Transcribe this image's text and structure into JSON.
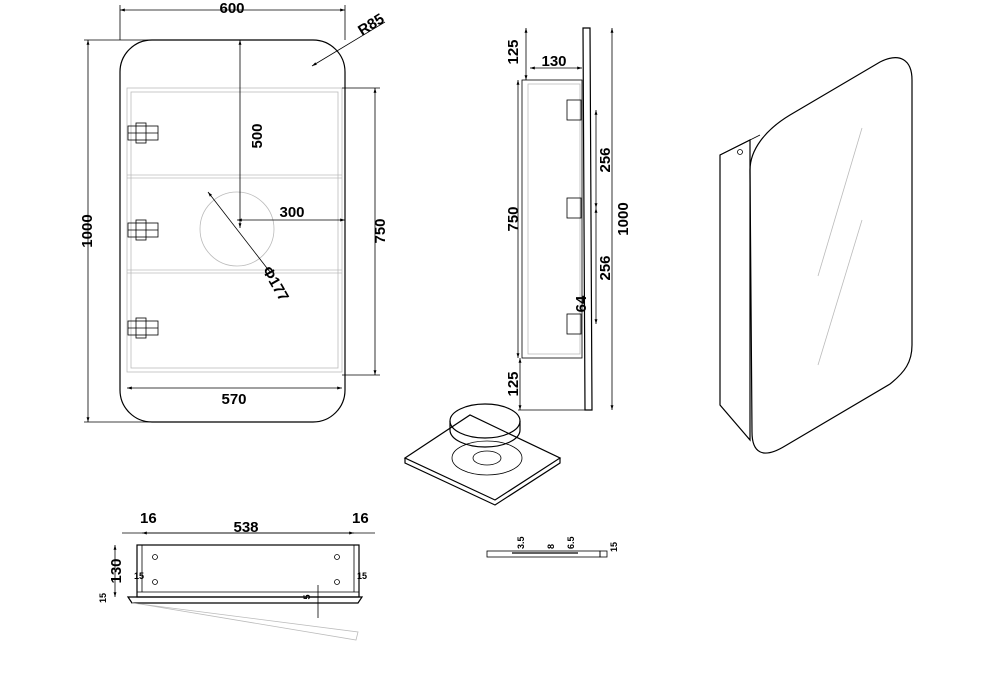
{
  "front_view": {
    "width": "600",
    "height": "1000",
    "radius": "R85",
    "inner_height": "750",
    "inner_width": "570",
    "sensor_height": "500",
    "sensor_offset": "300",
    "sensor_diameter": "Φ177"
  },
  "side_view": {
    "top_margin": "125",
    "depth": "130",
    "cabinet_height": "750",
    "total_height": "1000",
    "hinge_spacing_top": "256",
    "hinge_spacing_bottom": "256",
    "hinge_bottom_offset": "64",
    "bottom_margin": "125"
  },
  "section_view": {
    "side_left": "16",
    "inner_width": "538",
    "side_right": "16",
    "depth": "130",
    "wall_left": "15",
    "wall_right": "15",
    "base": "15",
    "door_gap": "5"
  },
  "detail_view": {
    "a": "3.5",
    "b": "8",
    "c": "6.5",
    "d": "15"
  }
}
